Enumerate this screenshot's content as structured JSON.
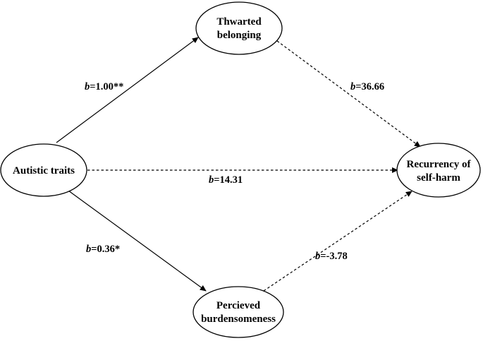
{
  "nodes": {
    "autistic_traits": {
      "line1": "Autistic traits",
      "line2": ""
    },
    "thwarted_belonging": {
      "line1": "Thwarted",
      "line2": "belonging"
    },
    "perceived_burdensomeness": {
      "line1": "Percieved",
      "line2": "burdensomeness"
    },
    "recurrency_self_harm": {
      "line1": "Recurrency of",
      "line2": "self-harm"
    }
  },
  "paths": {
    "a1": {
      "prefix": "b",
      "value": "=1.00**",
      "style": "solid"
    },
    "a2": {
      "prefix": "b",
      "value": "=0.36*",
      "style": "solid"
    },
    "direct": {
      "prefix": "b",
      "value": "=14.31",
      "style": "dashed"
    },
    "b1": {
      "prefix": "b",
      "value": "=36.66",
      "style": "dashed"
    },
    "b2": {
      "prefix": "b",
      "value": "=-3.78",
      "style": "dashed"
    }
  }
}
